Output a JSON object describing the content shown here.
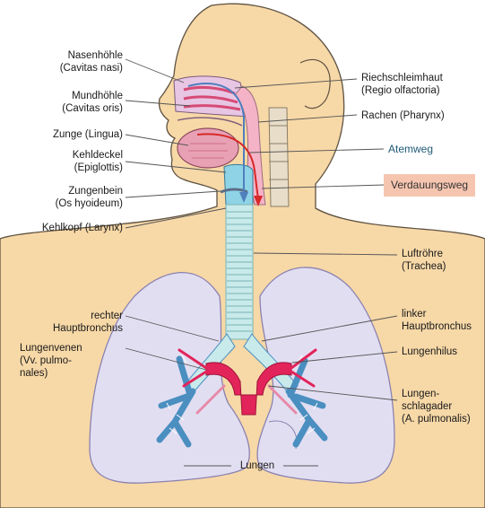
{
  "colors": {
    "skin": "#f7d8a7",
    "skin_outline": "#5f5241",
    "lung_fill": "#e2def2",
    "lung_outline": "#8a82b0",
    "trachea": "#c8eaea",
    "bronchus_blue": "#4a8fc0",
    "artery_red": "#e2245a",
    "pharynx_pink": "#f4b3c6",
    "airway_arrow": "#4f7fbd",
    "food_arrow": "#d62828",
    "verdauung_box": "#f6c5b0",
    "atemweg_text": "#1e5a78"
  },
  "labels": {
    "nasenhoehle": [
      "Nasenhöhle",
      "(Cavitas nasi)"
    ],
    "mundhoehle": [
      "Mundhöhle",
      "(Cavitas oris)"
    ],
    "zunge": [
      "Zunge (Lingua)"
    ],
    "kehldeckel": [
      "Kehldeckel",
      "(Epiglottis)"
    ],
    "zungenbein": [
      "Zungenbein",
      "(Os hyoideum)"
    ],
    "kehlkopf": [
      "Kehlkopf (Larynx)"
    ],
    "rechter_hauptbronchus": [
      "rechter",
      "Hauptbronchus"
    ],
    "lungenvenen": [
      "Lungenvenen",
      "(Vv. pulmo-",
      "nales)"
    ],
    "riechschleimhaut": [
      "Riechschleimhaut",
      "(Regio olfactoria)"
    ],
    "rachen": [
      "Rachen (Pharynx)"
    ],
    "atemweg": [
      "Atemweg"
    ],
    "verdauungsweg": [
      "Verdauungsweg"
    ],
    "luftroehre": [
      "Luftröhre",
      "(Trachea)"
    ],
    "linker_hauptbronchus": [
      "linker",
      "Hauptbronchus"
    ],
    "lungenhilus": [
      "Lungenhilus"
    ],
    "lungenschlagader": [
      "Lungen-",
      "schlagader",
      "(A. pulmonalis)"
    ],
    "lungen": [
      "Lungen"
    ]
  }
}
